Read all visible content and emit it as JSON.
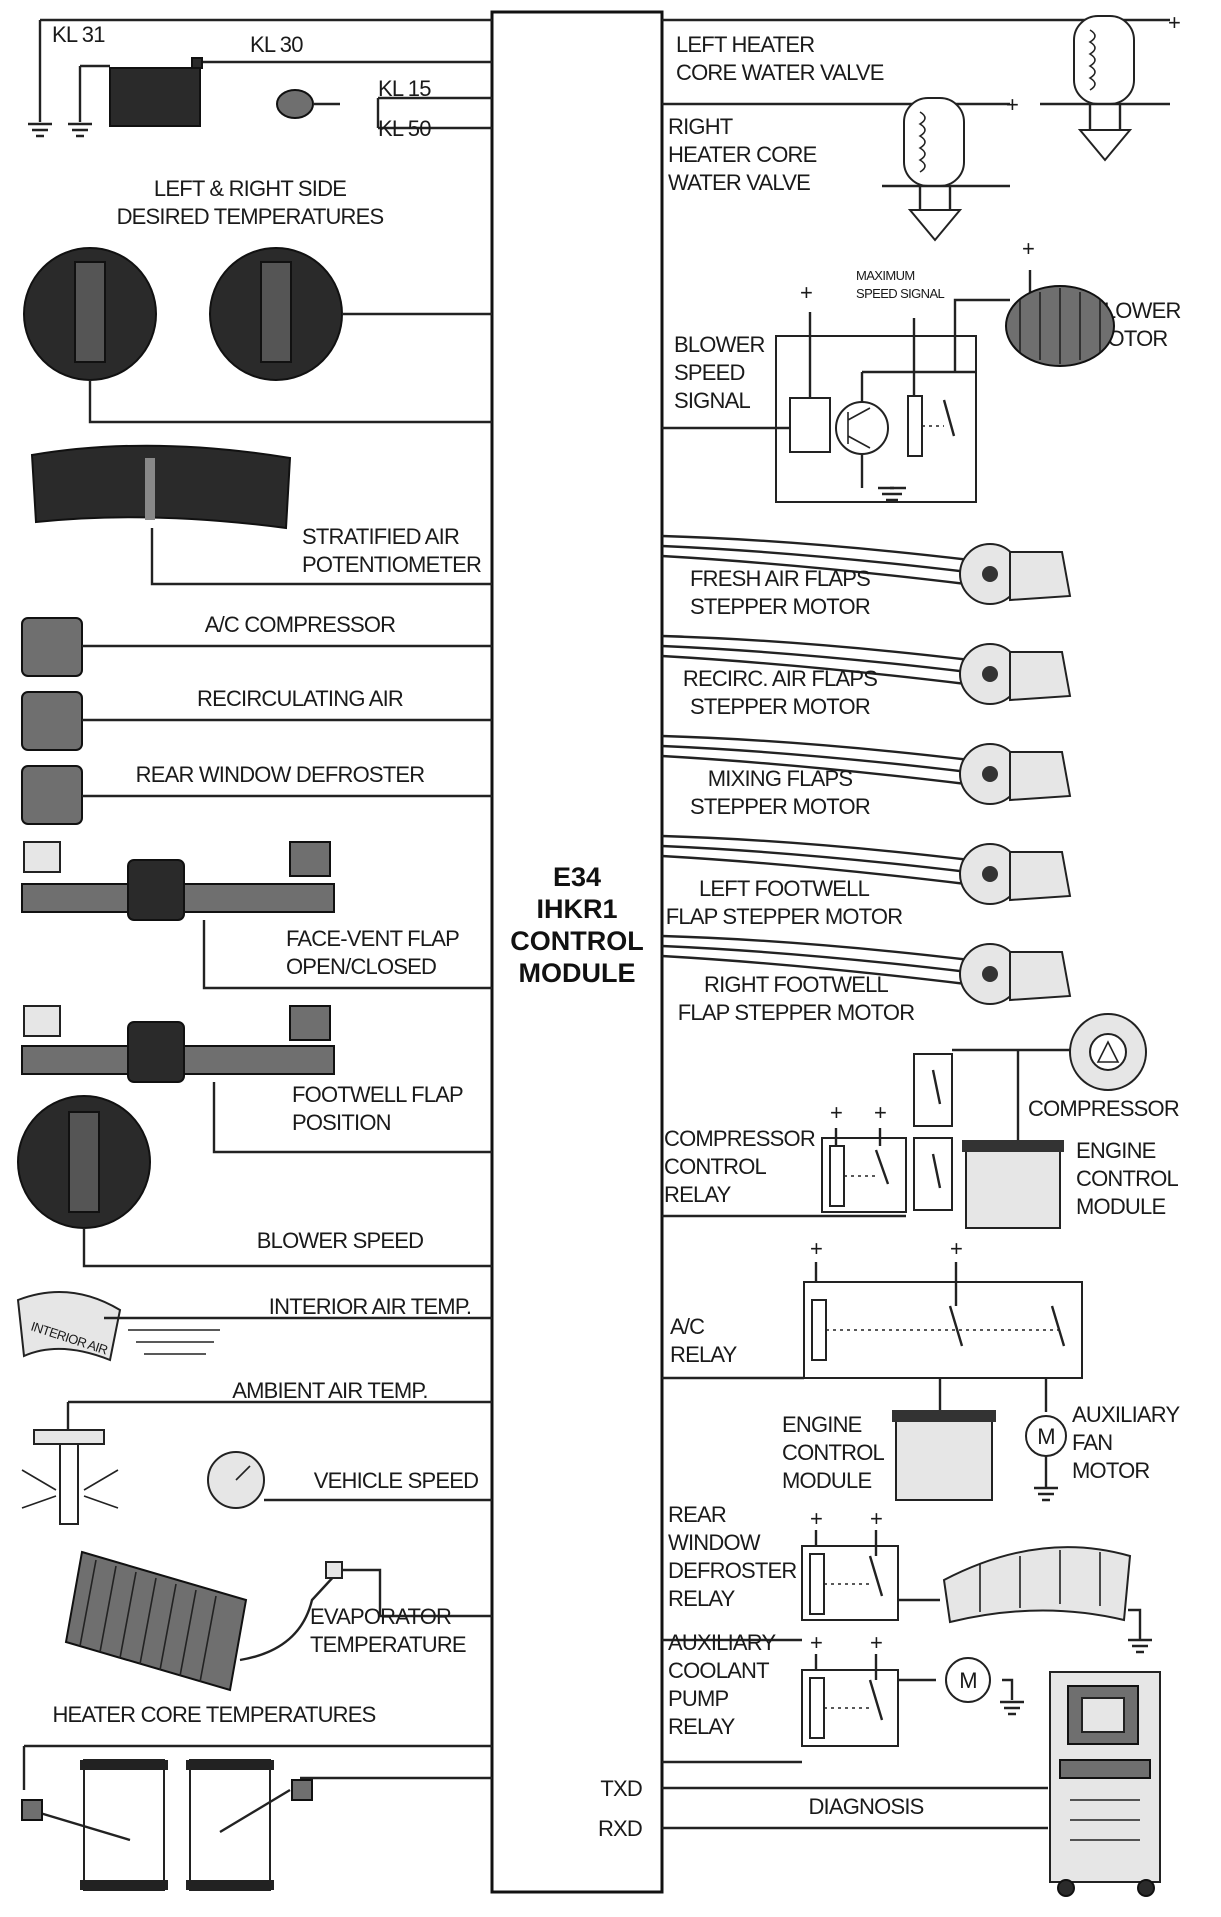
{
  "module": {
    "line1": "E34",
    "line2": "IHKR1",
    "line3": "CONTROL",
    "line4": "MODULE"
  },
  "power": {
    "kl31": "KL 31",
    "kl30": "KL 30",
    "kl15": "KL 15",
    "kl50": "KL 50"
  },
  "left": {
    "desired_temps": [
      "LEFT & RIGHT SIDE",
      "DESIRED TEMPERATURES"
    ],
    "stratified": [
      "STRATIFIED AIR",
      "POTENTIOMETER"
    ],
    "ac_compressor": "A/C COMPRESSOR",
    "recirculating": "RECIRCULATING AIR",
    "rear_defroster": "REAR WINDOW DEFROSTER",
    "face_vent": [
      "FACE-VENT FLAP",
      "OPEN/CLOSED"
    ],
    "footwell_flap": [
      "FOOTWELL FLAP",
      "POSITION"
    ],
    "blower_speed": "BLOWER SPEED",
    "interior_temp": "INTERIOR AIR TEMP.",
    "interior_sensor_text": "INTERIOR AIR",
    "ambient_temp": "AMBIENT AIR TEMP.",
    "vehicle_speed": "VEHICLE SPEED",
    "evaporator": [
      "EVAPORATOR",
      "TEMPERATURE"
    ],
    "heater_core_temps": "HEATER CORE TEMPERATURES"
  },
  "right": {
    "left_heater_valve": [
      "LEFT HEATER",
      "CORE WATER VALVE"
    ],
    "right_heater_valve": [
      "RIGHT",
      "HEATER CORE",
      "WATER VALVE"
    ],
    "max_speed_signal": [
      "MAXIMUM",
      "SPEED SIGNAL"
    ],
    "blower_motor": [
      "BLOWER",
      "MOTOR"
    ],
    "blower_speed_signal": [
      "BLOWER",
      "SPEED",
      "SIGNAL"
    ],
    "fresh_air": [
      "FRESH AIR FLAPS",
      "STEPPER MOTOR"
    ],
    "recirc_air": [
      "RECIRC. AIR FLAPS",
      "STEPPER MOTOR"
    ],
    "mixing": [
      "MIXING FLAPS",
      "STEPPER MOTOR"
    ],
    "left_footwell": [
      "LEFT FOOTWELL",
      "FLAP STEPPER MOTOR"
    ],
    "right_footwell": [
      "RIGHT FOOTWELL",
      "FLAP STEPPER MOTOR"
    ],
    "compressor": "COMPRESSOR",
    "compressor_relay": [
      "COMPRESSOR",
      "CONTROL",
      "RELAY"
    ],
    "engine_module_1": [
      "ENGINE",
      "CONTROL",
      "MODULE"
    ],
    "ac_relay": [
      "A/C",
      "RELAY"
    ],
    "engine_module_2": [
      "ENGINE",
      "CONTROL",
      "MODULE"
    ],
    "aux_fan": [
      "AUXILIARY",
      "FAN",
      "MOTOR"
    ],
    "rear_defroster_relay": [
      "REAR",
      "WINDOW",
      "DEFROSTER",
      "RELAY"
    ],
    "aux_coolant": [
      "AUXILIARY",
      "COOLANT",
      "PUMP",
      "RELAY"
    ],
    "txd": "TXD",
    "rxd": "RXD",
    "diagnosis": "DIAGNOSIS",
    "plus": "+",
    "motor": "M"
  }
}
